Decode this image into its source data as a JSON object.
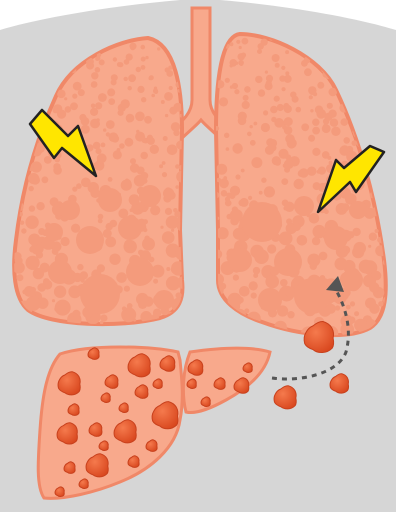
{
  "scene": {
    "subject": "lungs-and-liver-with-metastases",
    "icons": [
      "torso-silhouette",
      "trachea",
      "left-lung",
      "right-lung",
      "lightning-bolt-left-icon",
      "lightning-bolt-right-icon",
      "liver",
      "tumor-nodule",
      "spread-arrow-icon"
    ],
    "colors": {
      "background": "#d6d6d6",
      "lung_fill": "#f8a98c",
      "lung_stroke": "#f08868",
      "alveoli": "#f49b7c",
      "liver_fill": "#f8a98c",
      "tumor": "#e8582d",
      "tumor_dark": "#c8411d",
      "bolt_fill": "#ffe600",
      "bolt_stroke": "#222222",
      "arrow": "#555555"
    }
  }
}
